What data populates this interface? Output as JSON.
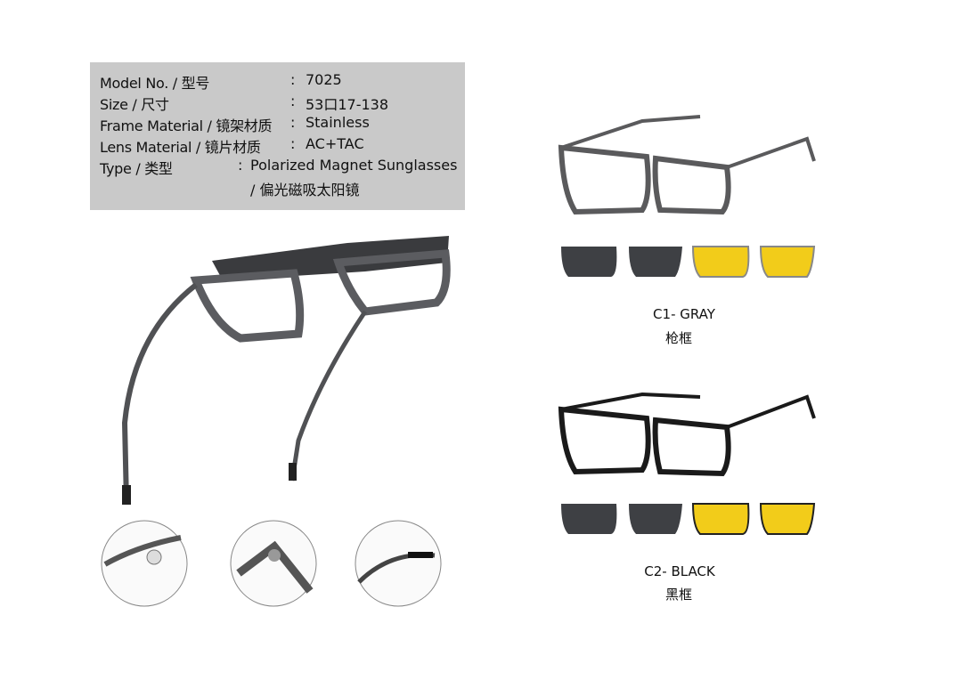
{
  "specs": {
    "model_label": "Model No. / 型号",
    "model_value": "7025",
    "size_label": "Size / 尺寸",
    "size_value": "53口17-138",
    "frame_label": "Frame Material / 镜架材质",
    "frame_value": "Stainless",
    "lens_label": "Lens Material / 镜片材质",
    "lens_value": "AC+TAC",
    "type_label": "Type / 类型",
    "type_value": "Polarized Magnet Sunglasses",
    "type_value_cn": "/ 偏光磁吸太阳镜",
    "colon": ":"
  },
  "variants": [
    {
      "code": "C1- GRAY",
      "name_cn": "枪框",
      "frame_color": "#5a5a5c"
    },
    {
      "code": "C2- BLACK",
      "name_cn": "黑框",
      "frame_color": "#1a1a1a"
    }
  ],
  "colors": {
    "clip_gray": "#3e4044",
    "clip_yellow": "#f2cc1a",
    "spec_bg": "#c9c9c9"
  }
}
